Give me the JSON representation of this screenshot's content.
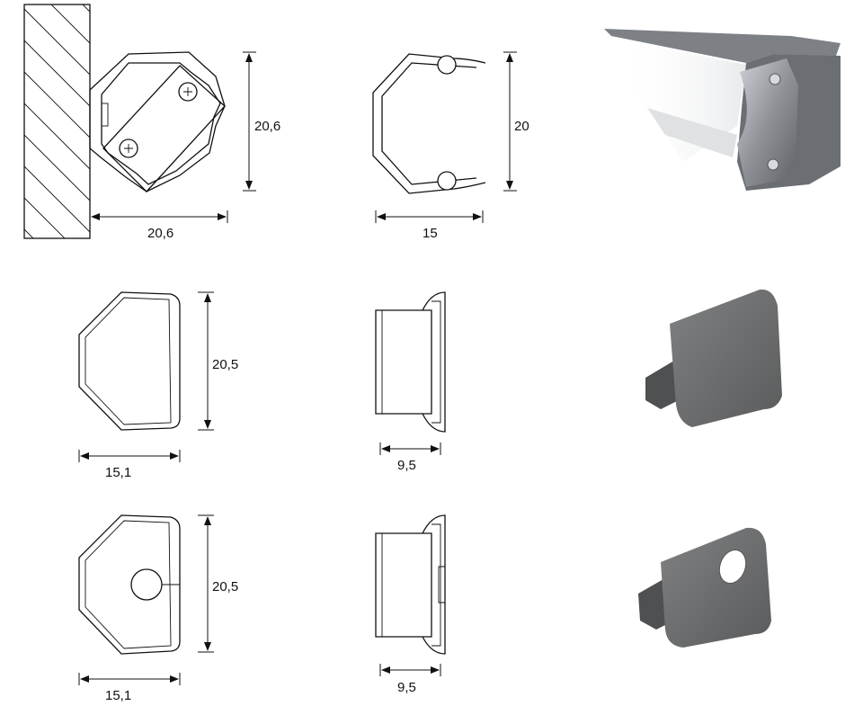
{
  "dimensions": {
    "mount_height": "20,6",
    "mount_width": "20,6",
    "profile_height": "20",
    "profile_width": "15",
    "cap_height": "20,5",
    "cap_width": "15,1",
    "cap_depth": "9,5",
    "cap_hole_height": "20,5",
    "cap_hole_width": "15,1",
    "cap_hole_depth": "9,5"
  },
  "colors": {
    "profile_photo": "#9a9ea3",
    "cap_photo": "#6e6f70"
  }
}
